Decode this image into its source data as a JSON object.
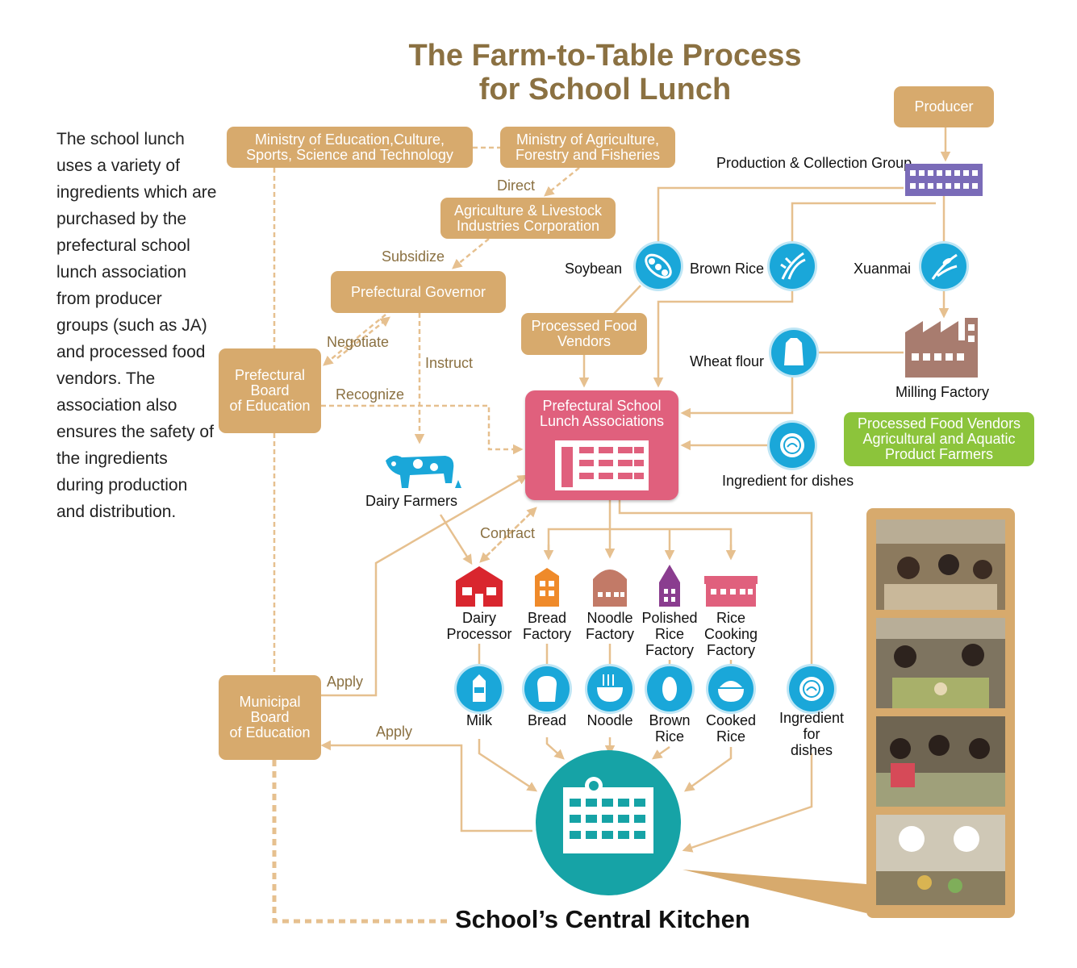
{
  "title": {
    "line1": "The Farm-to-Table Process",
    "line2": "for School Lunch"
  },
  "intro_text": "The school lunch uses a variety of ingredients which are purchased by the prefectural school lunch association from producer groups (such as JA) and processed food vendors. The association also ensures the safety of the ingredients during production and distribution.",
  "boxes": {
    "ministry_education": "Ministry of Education,Culture,\nSports, Science and Technology",
    "ministry_agriculture": "Ministry of Agriculture,\nForestry and Fisheries",
    "agri_corp": "Agriculture & Livestock\nIndustries Corporation",
    "prefectural_governor": "Prefectural Governor",
    "prefectural_board": "Prefectural\nBoard\nof Education",
    "processed_food_vendors": "Processed Food\nVendors",
    "association": "Prefectural School\nLunch Associations",
    "producer": "Producer",
    "processed_vendors_farmers": "Processed Food Vendors\nAgricultural and Aquatic\nProduct Farmers",
    "municipal_board": "Municipal\nBoard\nof Education"
  },
  "edge_labels": {
    "direct": "Direct",
    "subsidize": "Subsidize",
    "negotiate": "Negotiate",
    "instruct": "Instruct",
    "recognize": "Recognize",
    "contract": "Contract",
    "apply_up": "Apply",
    "apply_left": "Apply"
  },
  "labels": {
    "production_group": "Production & Collection Group",
    "soybean": "Soybean",
    "brown_rice": "Brown Rice",
    "xuanmai": "Xuanmai",
    "wheat_flour": "Wheat flour",
    "milling_factory": "Milling Factory",
    "ingredient_for_dishes": "Ingredient for dishes",
    "dairy_farmers": "Dairy Farmers"
  },
  "factories": [
    {
      "label": "Dairy\nProcessor",
      "color": "#d9262e"
    },
    {
      "label": "Bread\nFactory",
      "color": "#ef8a2a"
    },
    {
      "label": "Noodle\nFactory",
      "color": "#c27a67"
    },
    {
      "label": "Polished\nRice\nFactory",
      "color": "#8a3d8f"
    },
    {
      "label": "Rice\nCooking\nFactory",
      "color": "#e0607d"
    }
  ],
  "products": [
    {
      "label": "Milk",
      "icon": "milk-carton-icon"
    },
    {
      "label": "Bread",
      "icon": "bread-icon"
    },
    {
      "label": "Noodle",
      "icon": "noodle-bowl-icon"
    },
    {
      "label": "Brown\nRice",
      "icon": "rice-grain-icon"
    },
    {
      "label": "Cooked\nRice",
      "icon": "rice-bowl-icon"
    },
    {
      "label": "Ingredient\nfor\ndishes",
      "icon": "dish-icon"
    }
  ],
  "kitchen": "School’s Central Kitchen",
  "colors": {
    "box": "#d7aa6d",
    "association": "#e0607d",
    "icon_circle": "#1aa7d9",
    "green": "#8cc43b",
    "title": "#8b7142",
    "line": "#e6c08f"
  }
}
